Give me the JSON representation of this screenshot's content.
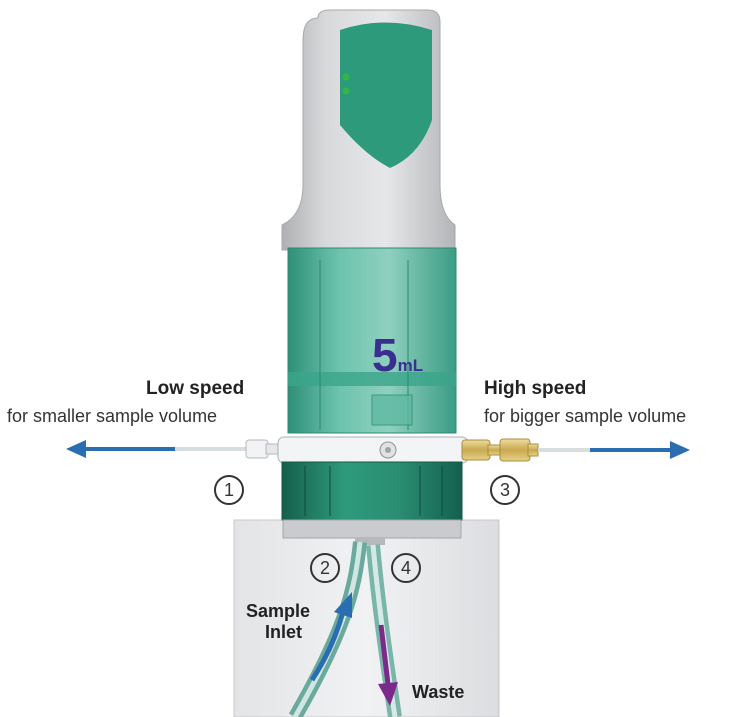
{
  "left_outlet": {
    "title": "Low speed",
    "subtitle": "for smaller sample volume",
    "port": "1"
  },
  "right_outlet": {
    "title": "High speed",
    "subtitle": "for bigger sample volume",
    "port": "3"
  },
  "inlet_port": "2",
  "waste_port": "4",
  "inlet_label_line1": "Sample",
  "inlet_label_line2": "Inlet",
  "waste_label": "Waste",
  "volume": {
    "value": "5",
    "unit": "mL"
  },
  "colors": {
    "housing_gray": "#cfd0d2",
    "accent_green": "#2e9a7c",
    "cylinder_teal": "#4fb39c",
    "ring_green": "#1f7f66",
    "arrow_blue": "#2a6db0",
    "arrow_purple": "#7b2a8c",
    "volume_text": "#3a2f8f",
    "brass": "#d9c17a"
  }
}
